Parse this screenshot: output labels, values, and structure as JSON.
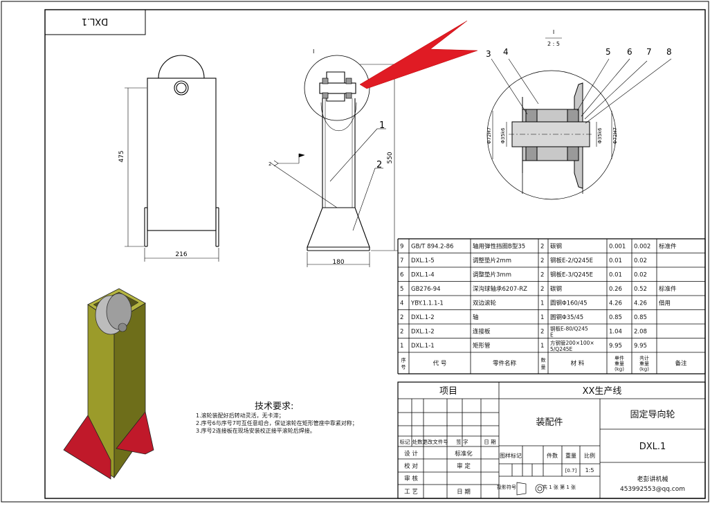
{
  "drawing_code_rotated": "DXL.1",
  "views": {
    "front": {
      "height_dim": "475",
      "width_dim": "216"
    },
    "side": {
      "height_dim": "550",
      "width_dim": "180",
      "detail_marker": "I",
      "balloons": [
        "1",
        "2"
      ],
      "weld_ref": "2"
    },
    "detail": {
      "title_num": "I",
      "title_scale": "2 : 5",
      "balloons": [
        "3",
        "4",
        "5",
        "6",
        "7",
        "8"
      ],
      "fits": [
        "Φ72H7",
        "Φ35k6",
        "Φ35k6",
        "Φ72H7"
      ]
    }
  },
  "tech_requirements": {
    "title": "技术要求:",
    "lines": [
      "1.滚轮装配好后转动灵活，无卡滞；",
      "2.序号6与序号7可互任意组合，保证滚轮在矩形管座中靠紧对称；",
      "3.序号2连接板在现场安装校正接平滚轮后焊接。"
    ]
  },
  "bom": {
    "rows": [
      {
        "no": "9",
        "code": "GB/T 894.2-86",
        "name": "轴用弹性挡圈B型35",
        "qty": "2",
        "material": "碳钢",
        "unit": "0.001",
        "total": "0.002",
        "remark": "标准件"
      },
      {
        "no": "7",
        "code": "DXL.1-5",
        "name": "调整垫片2mm",
        "qty": "2",
        "material": "钢板E-2/Q245E",
        "unit": "0.01",
        "total": "0.02",
        "remark": ""
      },
      {
        "no": "6",
        "code": "DXL.1-4",
        "name": "调整垫片3mm",
        "qty": "2",
        "material": "钢板E-3/Q245E",
        "unit": "0.01",
        "total": "0.02",
        "remark": ""
      },
      {
        "no": "5",
        "code": "GB276-94",
        "name": "深沟球轴承6207-RZ",
        "qty": "2",
        "material": "碳钢",
        "unit": "0.26",
        "total": "0.52",
        "remark": "标准件"
      },
      {
        "no": "4",
        "code": "YBY.1.1.1-1",
        "name": "双边滚轮",
        "qty": "1",
        "material": "圆钢Φ160/45",
        "unit": "4.26",
        "total": "4.26",
        "remark": "借用"
      },
      {
        "no": "2",
        "code": "DXL.1-2",
        "name": "轴",
        "qty": "1",
        "material": "圆钢Φ35/45",
        "unit": "0.85",
        "total": "0.85",
        "remark": ""
      },
      {
        "no": "2",
        "code": "DXL.1-2",
        "name": "连接板",
        "qty": "2",
        "material": "钢板E-80/Q245E",
        "unit": "1.04",
        "total": "2.08",
        "remark": ""
      },
      {
        "no": "1",
        "code": "DXL.1-1",
        "name": "矩形管",
        "qty": "1",
        "material": "方钢管200×100×5/Q245E",
        "unit": "9.95",
        "total": "9.95",
        "remark": ""
      }
    ],
    "header": {
      "no": "序\n号",
      "code": "代 号",
      "name": "零件名称",
      "qty": "数\n量",
      "material": "材  料",
      "unit": "单件\n重量\n(kg)",
      "total": "共计\n重量\n(kg)",
      "remark": "备注"
    }
  },
  "title_block": {
    "project_label": "项目",
    "line_name": "XX生产线",
    "assembly": "装配件",
    "part_name": "固定导向轮",
    "drawing_no": "DXL.1",
    "rev_headers": [
      "标记",
      "处数",
      "更改文件号",
      "签  字",
      "日  期"
    ],
    "sign_rows": [
      [
        "设  计",
        "",
        "标准化",
        ""
      ],
      [
        "校  对",
        "",
        "审  定",
        ""
      ],
      [
        "审  核",
        "",
        "",
        ""
      ],
      [
        "工  艺",
        "",
        "日  期",
        ""
      ]
    ],
    "stage_labels": [
      "图样标记",
      "件数",
      "重量",
      "比例"
    ],
    "weight": "[0.7]",
    "scale": "1:5",
    "sheet_info": "共 1 张   第 1 张",
    "company": "老彭讲机械",
    "contact": "453992553@qq.com",
    "projection_label": "投影符号"
  },
  "colors": {
    "body": "#7a7a1e",
    "base": "#c0192a",
    "arrow": "#e01b24"
  }
}
